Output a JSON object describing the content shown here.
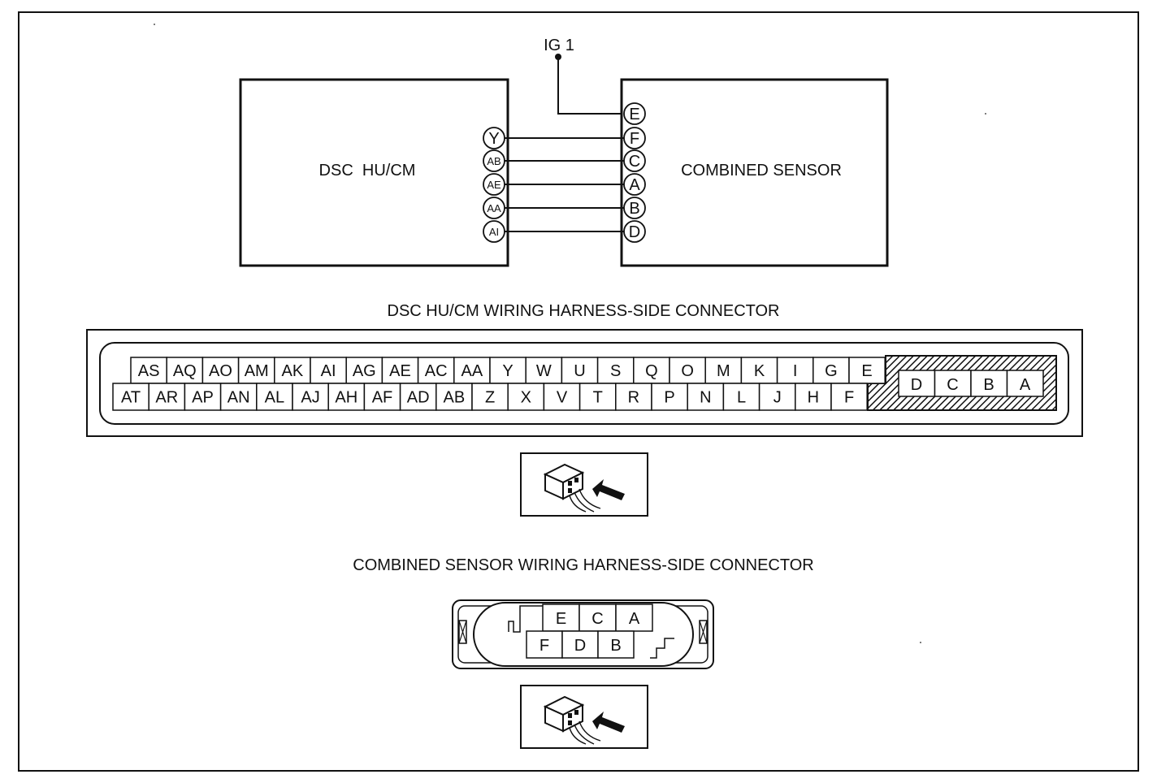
{
  "power": {
    "label": "IG 1"
  },
  "dsc_block": {
    "label": "DSC  HU/CM",
    "terminals": [
      "Y",
      "AB",
      "AE",
      "AA",
      "AI"
    ]
  },
  "sensor_block": {
    "label": "COMBINED SENSOR",
    "terminals": [
      "E",
      "F",
      "C",
      "A",
      "B",
      "D"
    ]
  },
  "dsc_connector": {
    "title": "DSC HU/CM WIRING HARNESS-SIDE CONNECTOR",
    "top_row": [
      "AS",
      "AQ",
      "AO",
      "AM",
      "AK",
      "AI",
      "AG",
      "AE",
      "AC",
      "AA",
      "Y",
      "W",
      "U",
      "S",
      "Q",
      "O",
      "M",
      "K",
      "I",
      "G",
      "E"
    ],
    "bottom_row": [
      "AT",
      "AR",
      "AP",
      "AN",
      "AL",
      "AJ",
      "AH",
      "AF",
      "AD",
      "AB",
      "Z",
      "X",
      "V",
      "T",
      "R",
      "P",
      "N",
      "L",
      "J",
      "H",
      "F"
    ],
    "power_pins": [
      "D",
      "C",
      "B",
      "A"
    ]
  },
  "sensor_connector": {
    "title": "COMBINED SENSOR WIRING HARNESS-SIDE CONNECTOR",
    "top_row": [
      "E",
      "C",
      "A"
    ],
    "bottom_row": [
      "F",
      "D",
      "B"
    ]
  },
  "view_icons": [
    "harness-side-view-icon",
    "harness-side-view-icon"
  ]
}
